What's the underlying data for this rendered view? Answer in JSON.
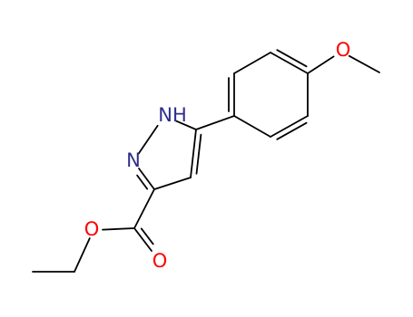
{
  "molecule": {
    "atoms": [
      {
        "id": "N1",
        "element": "N",
        "label": "NH"
      },
      {
        "id": "N2",
        "element": "N",
        "label": "N"
      },
      {
        "id": "C3",
        "element": "C",
        "label": ""
      },
      {
        "id": "C4",
        "element": "C",
        "label": ""
      },
      {
        "id": "C5",
        "element": "C",
        "label": ""
      },
      {
        "id": "Cc",
        "element": "C",
        "label": ""
      },
      {
        "id": "Od",
        "element": "O",
        "label": "O"
      },
      {
        "id": "Oe",
        "element": "O",
        "label": "O"
      },
      {
        "id": "Ca",
        "element": "C",
        "label": ""
      },
      {
        "id": "Cb",
        "element": "C",
        "label": ""
      },
      {
        "id": "P1",
        "element": "C",
        "label": ""
      },
      {
        "id": "P2",
        "element": "C",
        "label": ""
      },
      {
        "id": "P3",
        "element": "C",
        "label": ""
      },
      {
        "id": "P4",
        "element": "C",
        "label": ""
      },
      {
        "id": "P5",
        "element": "C",
        "label": ""
      },
      {
        "id": "P6",
        "element": "C",
        "label": ""
      },
      {
        "id": "Om",
        "element": "O",
        "label": "O"
      },
      {
        "id": "Cm",
        "element": "C",
        "label": ""
      }
    ],
    "bonds": [
      {
        "a": "N1",
        "b": "N2",
        "order": 1
      },
      {
        "a": "N2",
        "b": "C3",
        "order": 2
      },
      {
        "a": "C3",
        "b": "C4",
        "order": 1
      },
      {
        "a": "C4",
        "b": "C5",
        "order": 2
      },
      {
        "a": "C5",
        "b": "N1",
        "order": 1
      },
      {
        "a": "C3",
        "b": "Cc",
        "order": 1
      },
      {
        "a": "Cc",
        "b": "Od",
        "order": 2
      },
      {
        "a": "Cc",
        "b": "Oe",
        "order": 1
      },
      {
        "a": "Oe",
        "b": "Ca",
        "order": 1
      },
      {
        "a": "Ca",
        "b": "Cb",
        "order": 1
      },
      {
        "a": "C5",
        "b": "P1",
        "order": 1
      },
      {
        "a": "P1",
        "b": "P2",
        "order": 2
      },
      {
        "a": "P2",
        "b": "P3",
        "order": 1
      },
      {
        "a": "P3",
        "b": "P4",
        "order": 2
      },
      {
        "a": "P4",
        "b": "P5",
        "order": 1
      },
      {
        "a": "P5",
        "b": "P6",
        "order": 2
      },
      {
        "a": "P6",
        "b": "P1",
        "order": 1
      },
      {
        "a": "P4",
        "b": "Om",
        "order": 1
      },
      {
        "a": "Om",
        "b": "Cm",
        "order": 1
      }
    ]
  },
  "colors": {
    "bond": "#000000",
    "nitrogen": "#2e2e8a",
    "oxygen": "#ff0000",
    "background": "#ffffff"
  }
}
